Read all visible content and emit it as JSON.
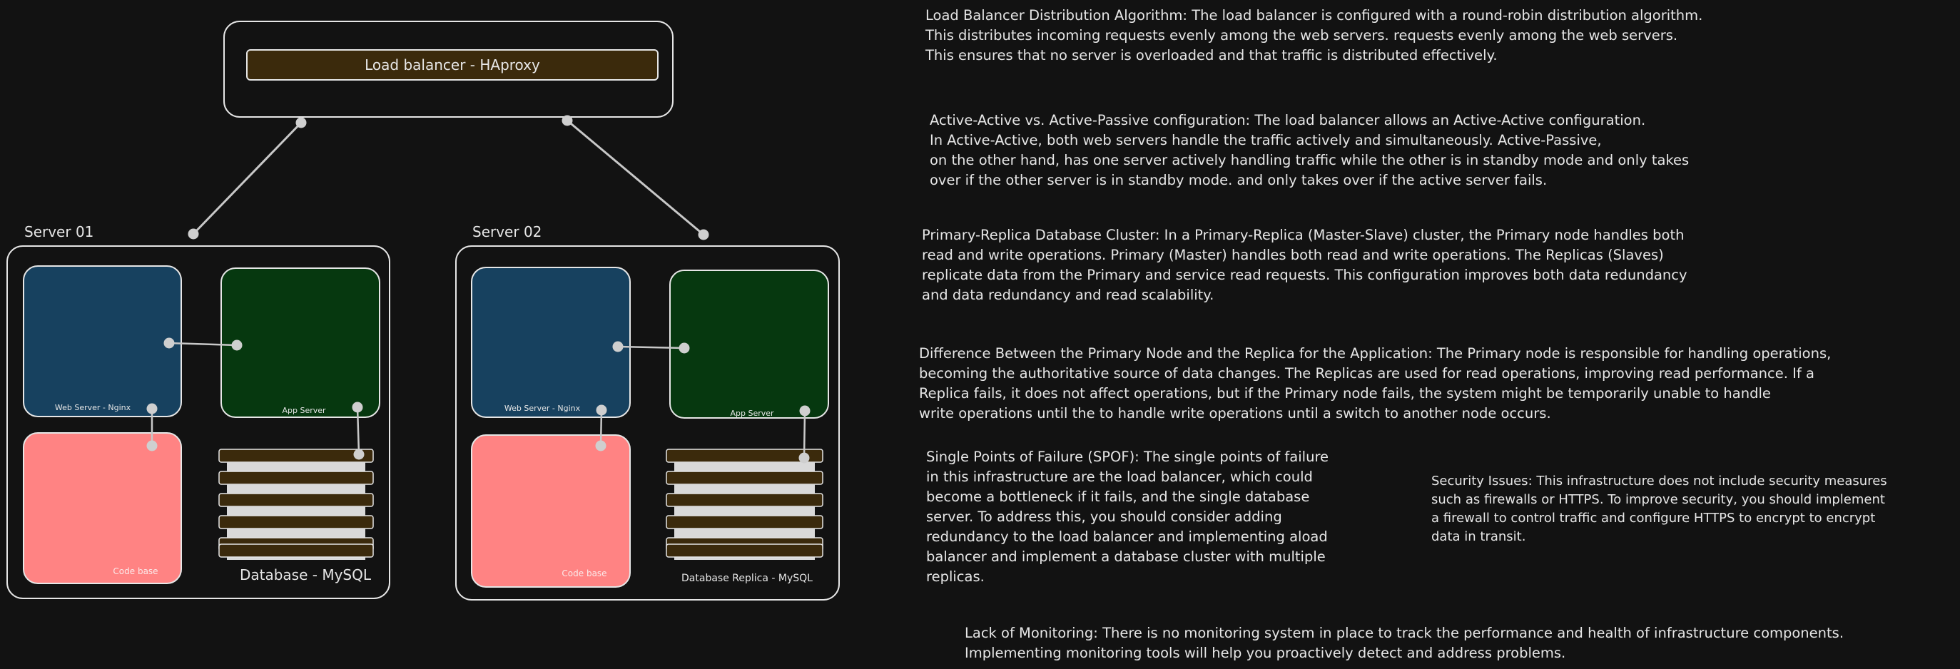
{
  "diagram": {
    "load_balancer": {
      "label": "Load balancer - HAproxy"
    },
    "servers": [
      {
        "title": "Server 01",
        "web_server": "Web Server - Nginx",
        "app_server": "App Server",
        "code_base": "Code base",
        "database": "Database - MySQL"
      },
      {
        "title": "Server 02",
        "web_server": "Web Server - Nginx",
        "app_server": "App Server",
        "code_base": "Code base",
        "database": "Database Replica - MySQL"
      }
    ],
    "colors": {
      "background": "#121212",
      "outline": "#e6e6e6",
      "load_balancer_fill": "#3b2a0c",
      "web_server_fill": "#17415f",
      "app_server_fill": "#06380f",
      "code_base_fill": "#ff8383",
      "database_fill": "#3b2a0c",
      "connector": "#c8c8c8"
    }
  },
  "notes": {
    "load_balancer": "Load Balancer Distribution Algorithm: The load balancer is configured with a round-robin distribution algorithm.\nThis distributes incoming requests evenly among the web servers. requests evenly among the web servers.\nThis ensures that no server is overloaded and that traffic is distributed effectively.",
    "active_active": "Active-Active vs. Active-Passive configuration: The load balancer allows an Active-Active configuration.\nIn Active-Active, both web servers handle the traffic actively and simultaneously. Active-Passive,\non the other hand, has one server actively handling traffic while the other is in standby mode and only takes\nover if the other server is in standby mode. and only takes over if the active server fails.",
    "primary_replica": "Primary-Replica Database Cluster: In a Primary-Replica (Master-Slave) cluster, the Primary node handles both\nread and write operations. Primary (Master) handles both read and write operations. The Replicas (Slaves)\nreplicate data from the Primary and service read requests. This configuration improves both data redundancy\nand data redundancy and read scalability.",
    "difference": "Difference Between the Primary Node and the Replica for the Application: The Primary node is responsible for handling operations,\n becoming the authoritative source of data changes. The Replicas are used for read operations, improving read performance. If a\nReplica fails, it does not affect operations, but if the Primary node fails, the system might be temporarily unable to handle\nwrite operations until the to handle write operations until a switch to another node occurs.",
    "spof": "Single Points of Failure (SPOF): The single points of failure\nin this infrastructure are the load balancer, which could\nbecome a bottleneck if it fails, and the single database\nserver. To address this, you should consider adding\nredundancy to the load balancer and implementing aload\nbalancer and implement a database cluster with multiple\nreplicas.",
    "security": "Security Issues: This infrastructure does not include security measures\n such as firewalls or HTTPS. To improve security, you should implement\na firewall to control traffic and configure HTTPS to encrypt to encrypt\ndata in transit.",
    "monitoring": "Lack of Monitoring: There is no monitoring system in place to track the performance and health of infrastructure components.\nImplementing monitoring tools will help you proactively detect and address problems."
  }
}
